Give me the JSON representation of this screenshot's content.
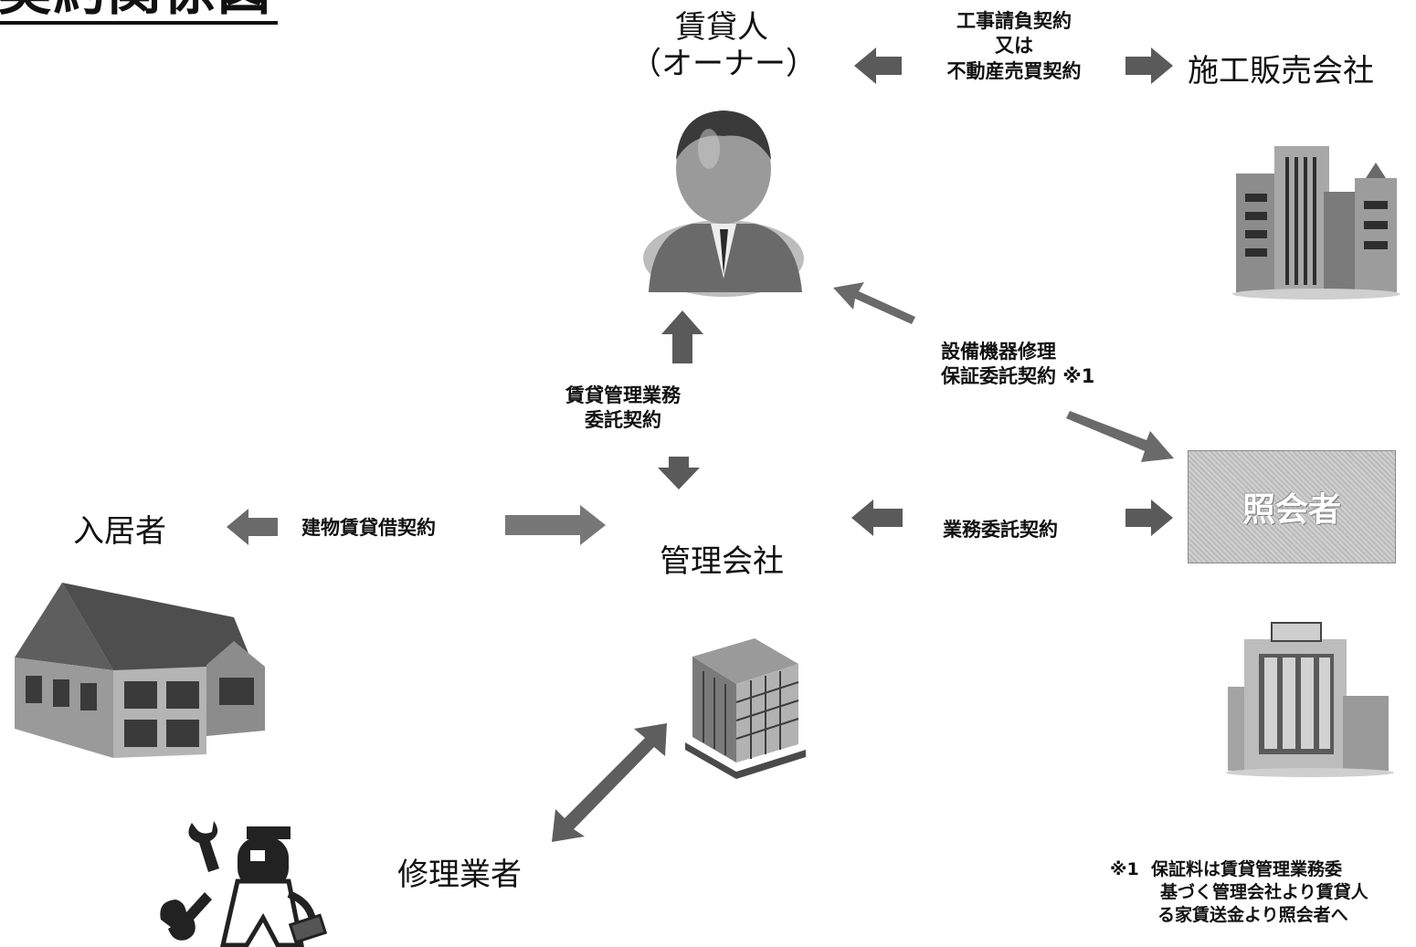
{
  "title": "契約関係図",
  "nodes": {
    "owner": {
      "line1": "賃貸人",
      "line2": "（オーナー）"
    },
    "builder": "施工販売会社",
    "management": "管理会社",
    "tenant": "入居者",
    "repairer": "修理業者",
    "inquirer": "照会者"
  },
  "contracts": {
    "construction": {
      "line1": "工事請負契約",
      "line2": "又は",
      "line3": "不動産売買契約"
    },
    "management_delegation": {
      "line1": "賃貸管理業務",
      "line2": "委託契約"
    },
    "equipment_guarantee": {
      "line1": "設備機器修理",
      "line2": "保証委託契約 ※1"
    },
    "lease": "建物賃貸借契約",
    "business_delegation": "業務委託契約"
  },
  "footnote": {
    "marker": "※1",
    "line1": "保証料は賃貸管理業務委",
    "line2": "基づく管理会社より賃貸人",
    "line3": "る家賃送金より照会者へ"
  },
  "colors": {
    "arrow": "#555555",
    "arrow_light": "#8c8c8c",
    "box": "#c6c6c6"
  }
}
